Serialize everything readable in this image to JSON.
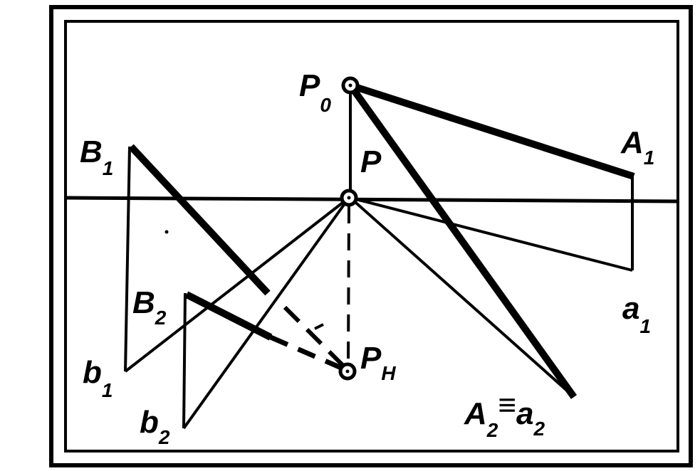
{
  "diagram": {
    "points": {
      "P0": {
        "main": "P",
        "sub": "0"
      },
      "P": {
        "main": "P",
        "sub": ""
      },
      "PH": {
        "main": "P",
        "sub": "H"
      },
      "A1": {
        "main": "A",
        "sub": "1"
      },
      "a1": {
        "main": "a",
        "sub": "1"
      },
      "A2a2": {
        "main1": "A",
        "sub1": "2",
        "eq": "≡",
        "main2": "a",
        "sub2": "2"
      },
      "B1": {
        "main": "B",
        "sub": "1"
      },
      "B2": {
        "main": "B",
        "sub": "2"
      },
      "b1": {
        "main": "b",
        "sub": "1"
      },
      "b2": {
        "main": "b",
        "sub": "2"
      }
    },
    "colors": {
      "ink": "#000000",
      "paper": "#ffffff"
    }
  }
}
